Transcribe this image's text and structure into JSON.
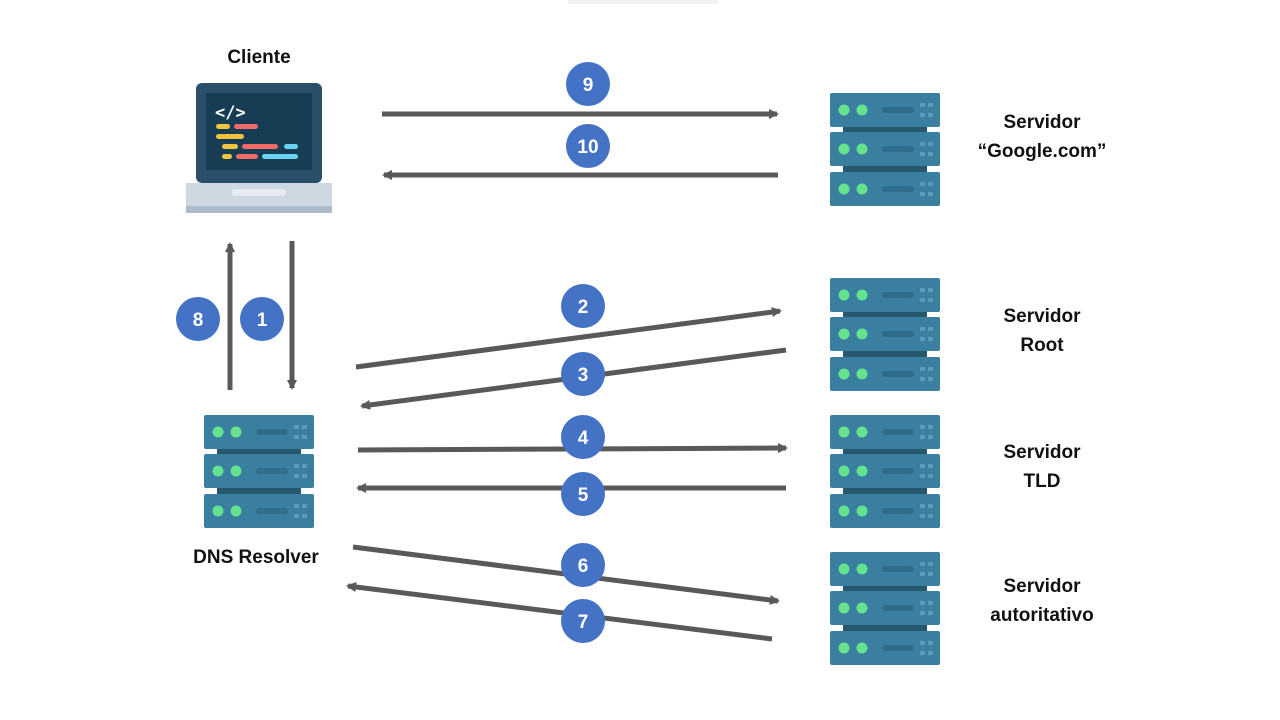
{
  "labels": {
    "client": "Cliente",
    "resolver": "DNS Resolver",
    "google": [
      "Servidor",
      "“Google.com”"
    ],
    "root": [
      "Servidor",
      "Root"
    ],
    "tld": [
      "Servidor",
      "TLD"
    ],
    "auth": [
      "Servidor",
      "autoritativo"
    ]
  },
  "steps": [
    "1",
    "2",
    "3",
    "4",
    "5",
    "6",
    "7",
    "8",
    "9",
    "10"
  ],
  "colors": {
    "arrow": "#595959",
    "badge": "#4472c4",
    "server": "#3a7f9f",
    "server_dark": "#27566f",
    "server_led": "#63e38e"
  }
}
